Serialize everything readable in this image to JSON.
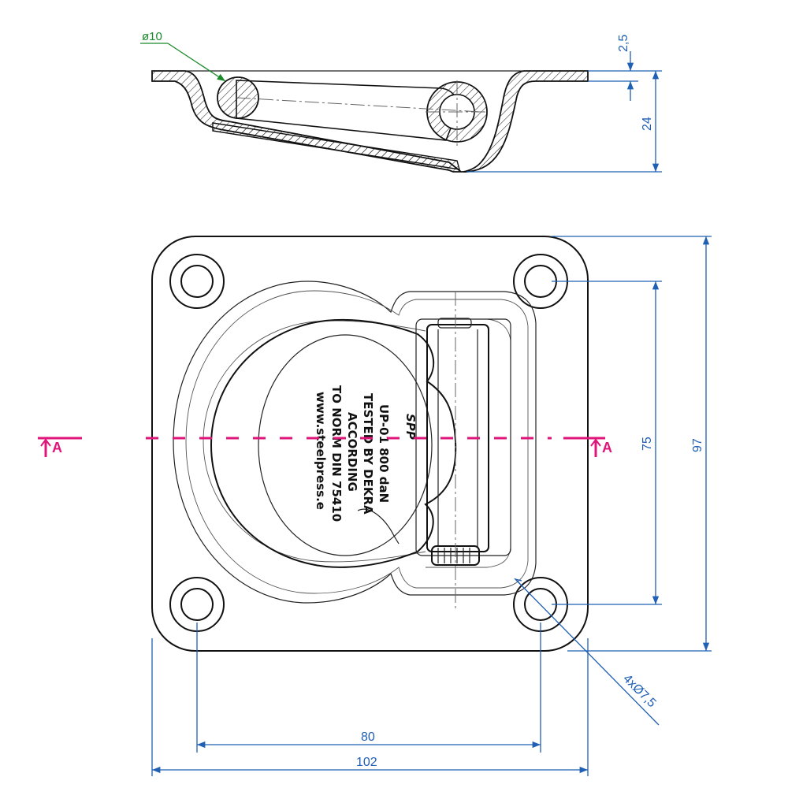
{
  "drawing": {
    "section_view": {
      "diameter_callout": "ø10",
      "dim_thickness": "2,5",
      "dim_depth": "24"
    },
    "plan_view": {
      "dim_hole_spacing_horizontal": "80",
      "dim_overall_width": "102",
      "dim_hole_spacing_vertical": "75",
      "dim_overall_height": "97",
      "hole_callout": "4xØ7,5",
      "section_marker_left": "A",
      "section_marker_right": "A",
      "stamp_logo": "SPP",
      "stamp_lines": [
        "UP-01 800 daN",
        "TESTED BY DEKRA",
        "ACCORDING",
        "TO NORM DIN 75410",
        "www.steelpress.e"
      ]
    }
  },
  "colors": {
    "dimension": "#1f5fb4",
    "section_marker": "#e0157a",
    "callout": "#1a8a2a",
    "outline": "#111111"
  }
}
